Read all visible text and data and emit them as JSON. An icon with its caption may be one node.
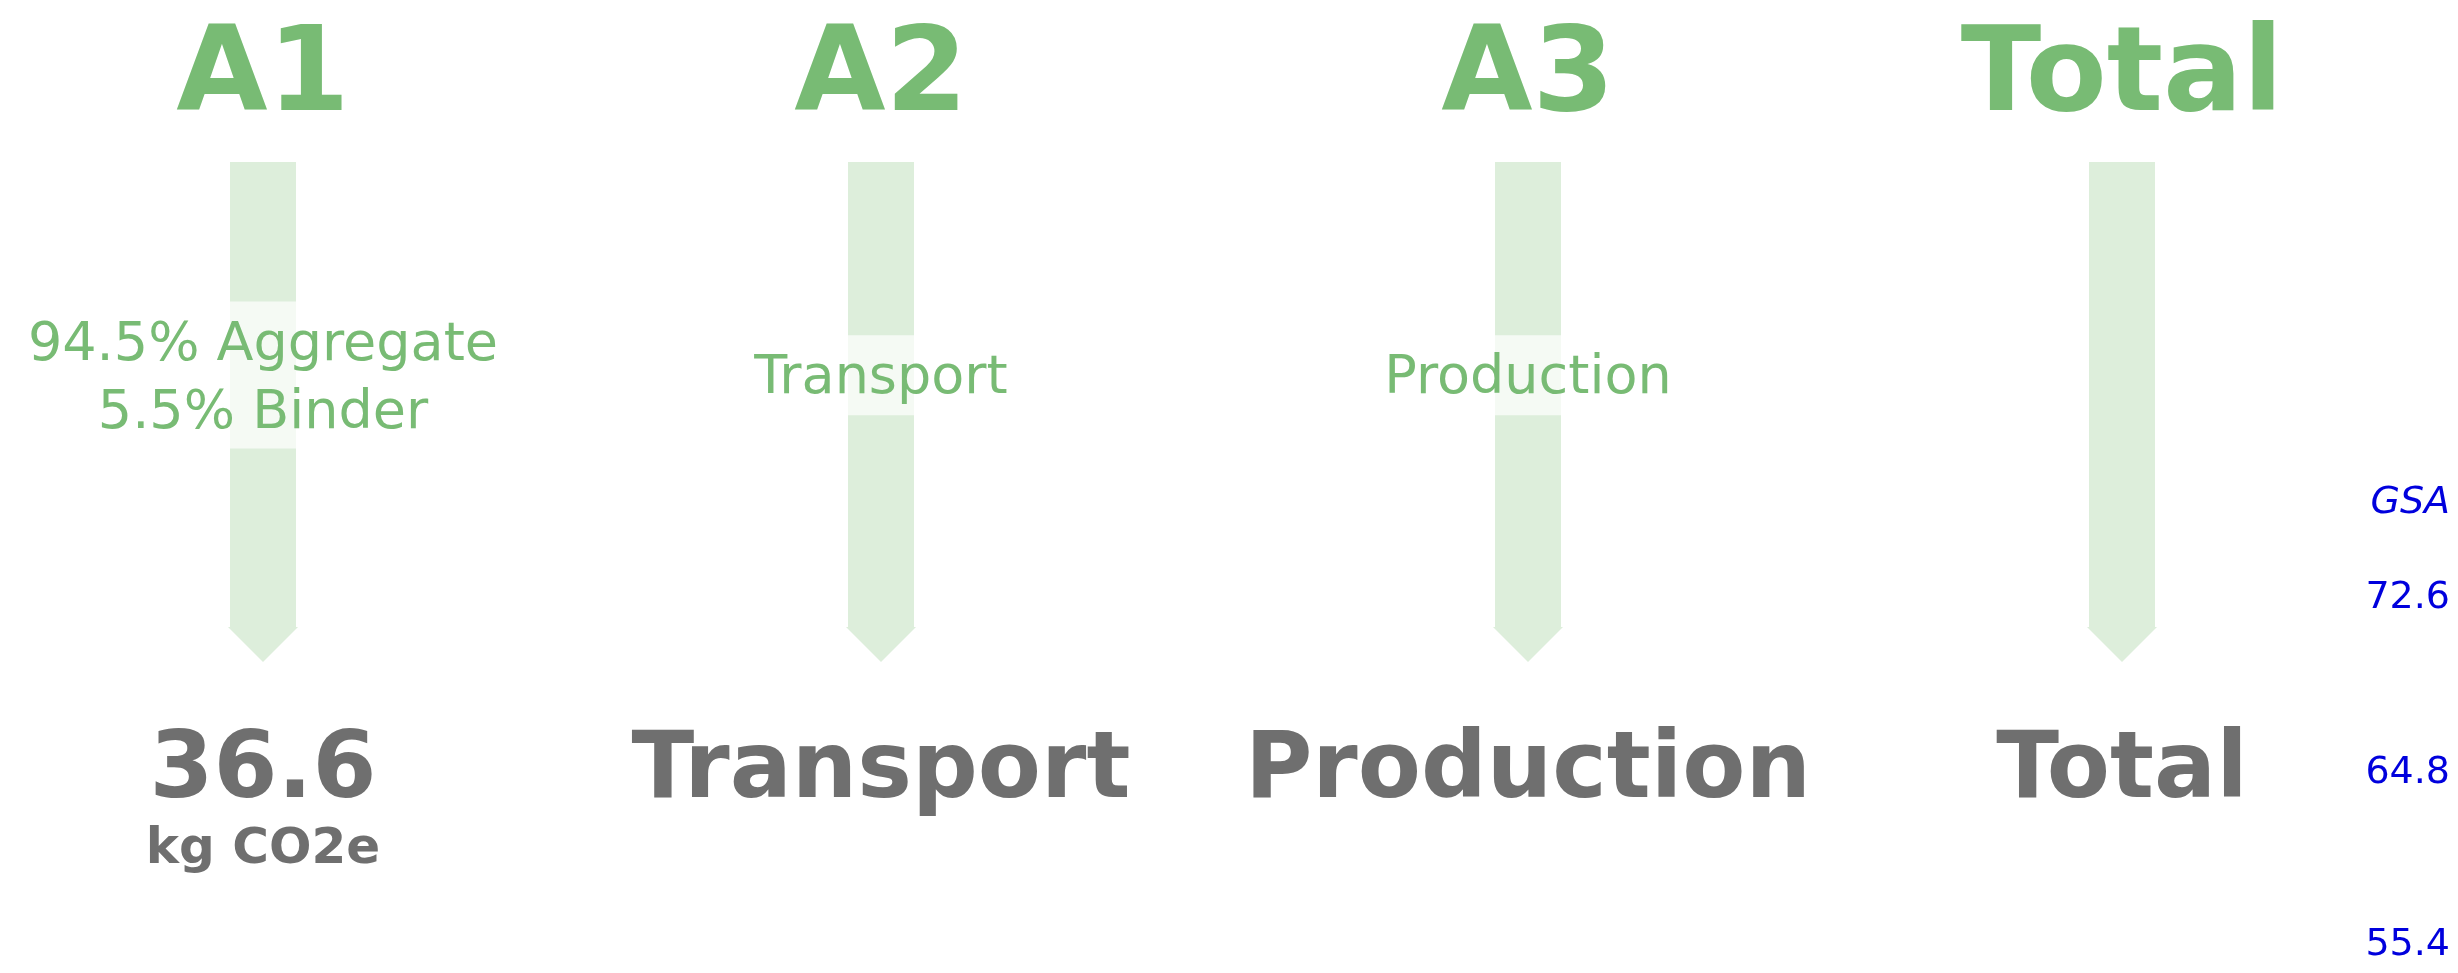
{
  "diagram": {
    "nodes": [
      {
        "text": [
          "A1"
        ]
      },
      {
        "text": [
          "A2"
        ]
      },
      {
        "text": [
          "A3"
        ]
      },
      {
        "text": [
          "Total"
        ]
      },
      {
        "text": [
          "36.6",
          "kg CO2e"
        ]
      },
      {
        "text": [
          "Transport"
        ]
      },
      {
        "text": [
          "Production"
        ]
      },
      {
        "text": [
          "Total"
        ]
      }
    ],
    "edges": [
      {
        "from": 0,
        "to": 4,
        "arrow": "to",
        "label": "94.5% Aggregate 5.5% Binder"
      },
      {
        "from": 1,
        "to": 5,
        "arrow": "to",
        "label": "Transport"
      },
      {
        "from": 2,
        "to": 6,
        "arrow": "to",
        "label": "Production"
      },
      {
        "from": 3,
        "to": 7,
        "arrow": "to"
      }
    ],
    "labels": [
      "GSA",
      "72.6",
      "64.8",
      "55.4"
    ]
  }
}
